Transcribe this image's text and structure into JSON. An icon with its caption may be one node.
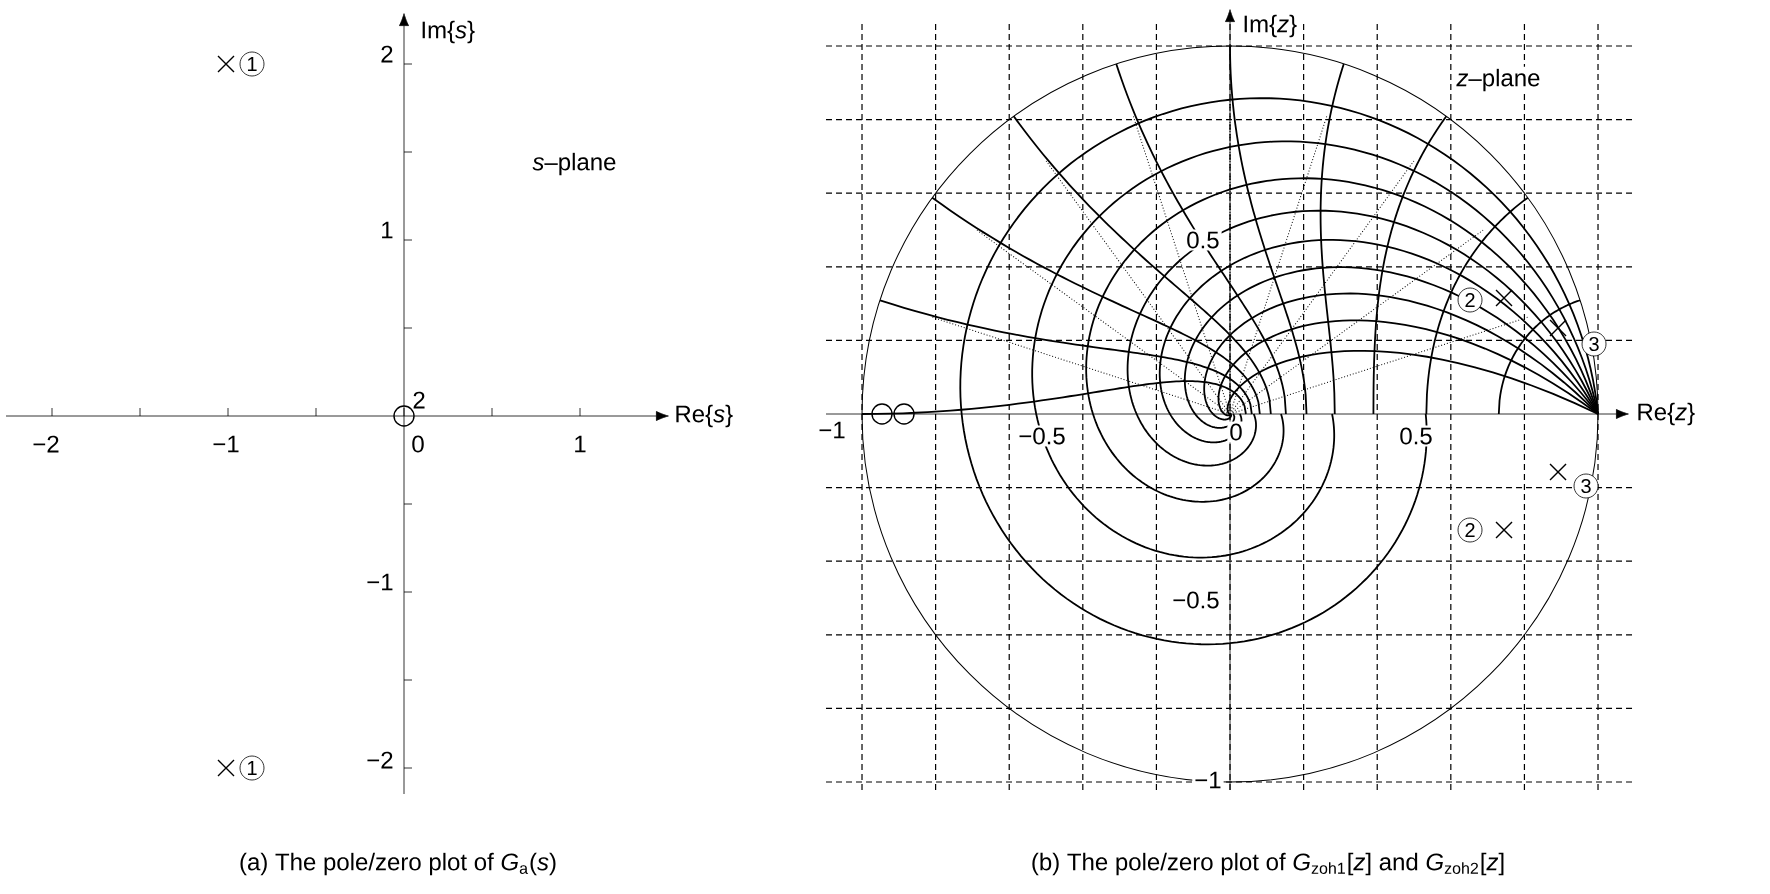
{
  "diagram": {
    "labels": [
      "Im{*s*}",
      "2",
      "1",
      "*s*–plane",
      "1",
      "2",
      "Re{*s*}",
      "−2",
      "−1",
      "0",
      "1",
      "−1",
      "−2",
      "1",
      "(a) The pole/zero plot of *G*$_{a}$(*s*)",
      "Im{*z*}",
      "*z*–plane",
      "0.5",
      "2",
      "3",
      "Re{*z*}",
      "−1",
      "−0.5",
      "0",
      "0.5",
      "3",
      "2",
      "−0.5",
      "−1",
      "(b) The pole/zero plot of *G*$_{zoh1}$[*z*] and *G*$_{zoh2}$[*z*]"
    ]
  }
}
